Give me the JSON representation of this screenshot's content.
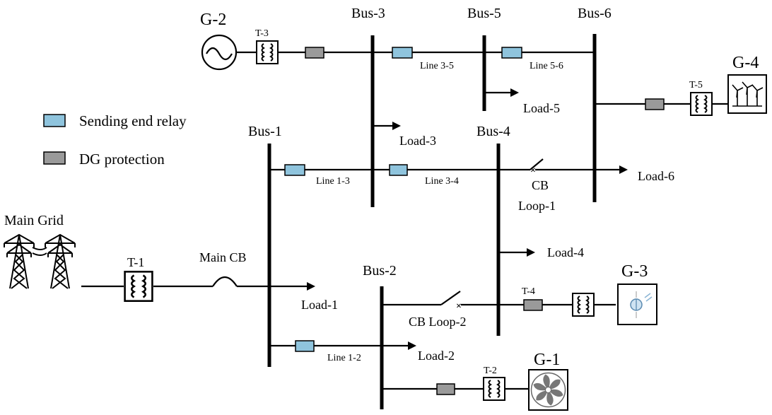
{
  "legend": {
    "sending_relay": "Sending end relay",
    "dg_protection": "DG protection"
  },
  "colors": {
    "sending_relay": "#8fc4dd",
    "dg_protection": "#9a9a9a"
  },
  "buses": {
    "bus1": "Bus-1",
    "bus2": "Bus-2",
    "bus3": "Bus-3",
    "bus4": "Bus-4",
    "bus5": "Bus-5",
    "bus6": "Bus-6"
  },
  "generators": {
    "g1": "G-1",
    "g2": "G-2",
    "g3": "G-3",
    "g4": "G-4"
  },
  "transformers": {
    "t1": "T-1",
    "t2": "T-2",
    "t3": "T-3",
    "t4": "T-4",
    "t5": "T-5"
  },
  "lines": {
    "l12": "Line 1-2",
    "l13": "Line 1-3",
    "l34": "Line 3-4",
    "l35": "Line 3-5",
    "l56": "Line 5-6"
  },
  "loads": {
    "load1": "Load-1",
    "load2": "Load-2",
    "load3": "Load-3",
    "load4": "Load-4",
    "load5": "Load-5",
    "load6": "Load-6"
  },
  "breakers": {
    "main_cb": "Main CB",
    "cb_loop1_a": "CB",
    "cb_loop1_b": "Loop-1",
    "cb_loop2": "CB Loop-2"
  },
  "main_grid": "Main Grid",
  "icons": {
    "generator": "sine-source-icon",
    "wind": "wind-turbine-icon",
    "solar": "solar-panel-icon",
    "fan": "turbine-fan-icon",
    "pylon": "transmission-tower-icon"
  }
}
